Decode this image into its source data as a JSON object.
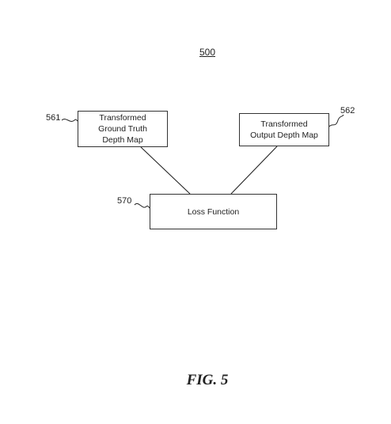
{
  "figure": {
    "number": "500",
    "caption": "FIG. 5"
  },
  "nodes": {
    "n561": {
      "ref": "561",
      "line1": "Transformed",
      "line2": "Ground Truth",
      "line3": "Depth Map"
    },
    "n562": {
      "ref": "562",
      "line1": "Transformed",
      "line2": "Output Depth Map"
    },
    "n570": {
      "ref": "570",
      "label": "Loss Function"
    }
  }
}
